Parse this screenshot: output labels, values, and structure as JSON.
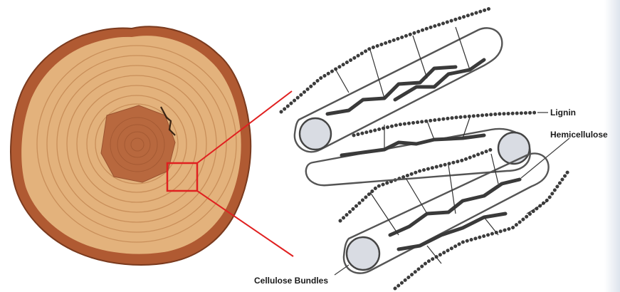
{
  "labels": {
    "lignin": "Lignin",
    "hemicellulose": "Hemicellulose",
    "cellulose": "Cellulose Bundles"
  },
  "colors": {
    "bark": "#b05a32",
    "wood": "#e3b27c",
    "heartwood": "#b8683e",
    "ring": "#c98f5a",
    "zoom_box": "#e02020",
    "strand": "#3c3c3c",
    "fiber_fill": "#d9dce3"
  }
}
